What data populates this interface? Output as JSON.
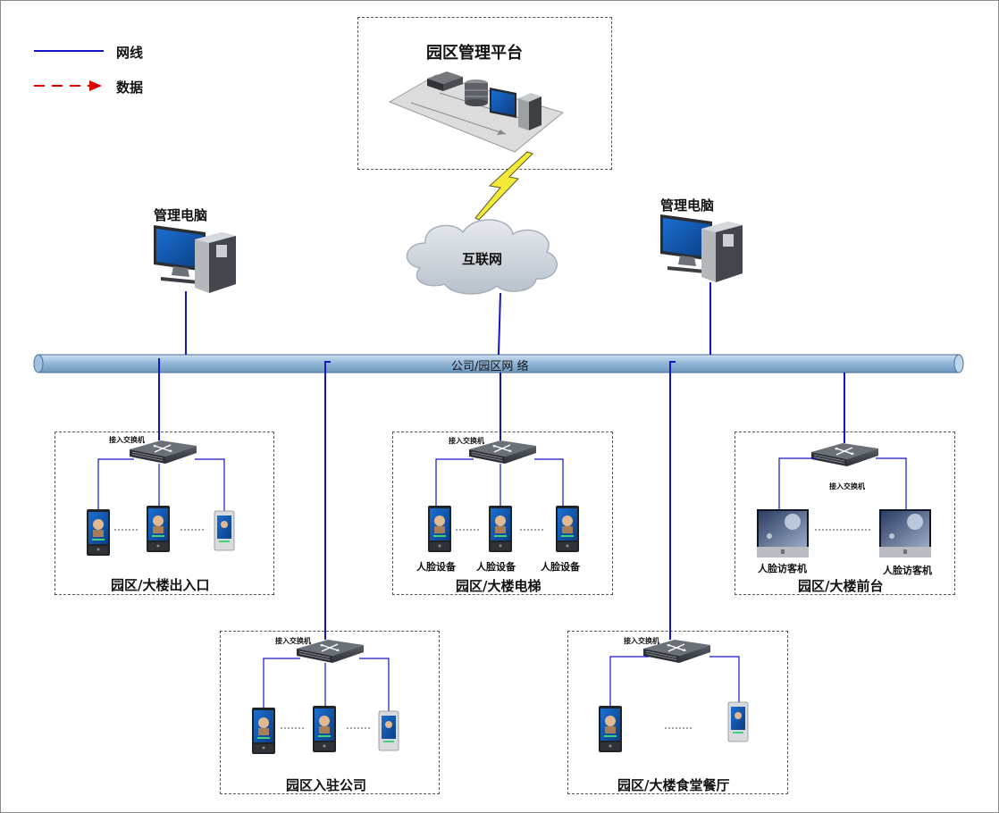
{
  "legend": {
    "network_line": "网线",
    "data_flow": "数据"
  },
  "platform": {
    "title": "园区管理平台"
  },
  "internet": {
    "label": "互联网"
  },
  "management_pc_left": {
    "label": "管理电脑"
  },
  "management_pc_right": {
    "label": "管理电脑"
  },
  "backbone": {
    "label": "公司/园区网 络"
  },
  "zones": {
    "entrance": {
      "title": "园区/大楼出入口",
      "switch_label": "接入交换机"
    },
    "elevator": {
      "title": "园区/大楼电梯",
      "switch_label": "接入交换机",
      "device_labels": [
        "人脸设备",
        "人脸设备",
        "人脸设备"
      ]
    },
    "reception": {
      "title": "园区/大楼前台",
      "switch_label": "接入交换机",
      "device_labels": [
        "人脸访客机",
        "人脸访客机"
      ]
    },
    "company": {
      "title": "园区入驻公司",
      "switch_label": "接入交换机"
    },
    "canteen": {
      "title": "园区/大楼食堂餐厅",
      "switch_label": "接入交换机"
    }
  },
  "colors": {
    "network": "#1414c8",
    "data": "#e00000",
    "pipe": "#8fb4d6"
  }
}
